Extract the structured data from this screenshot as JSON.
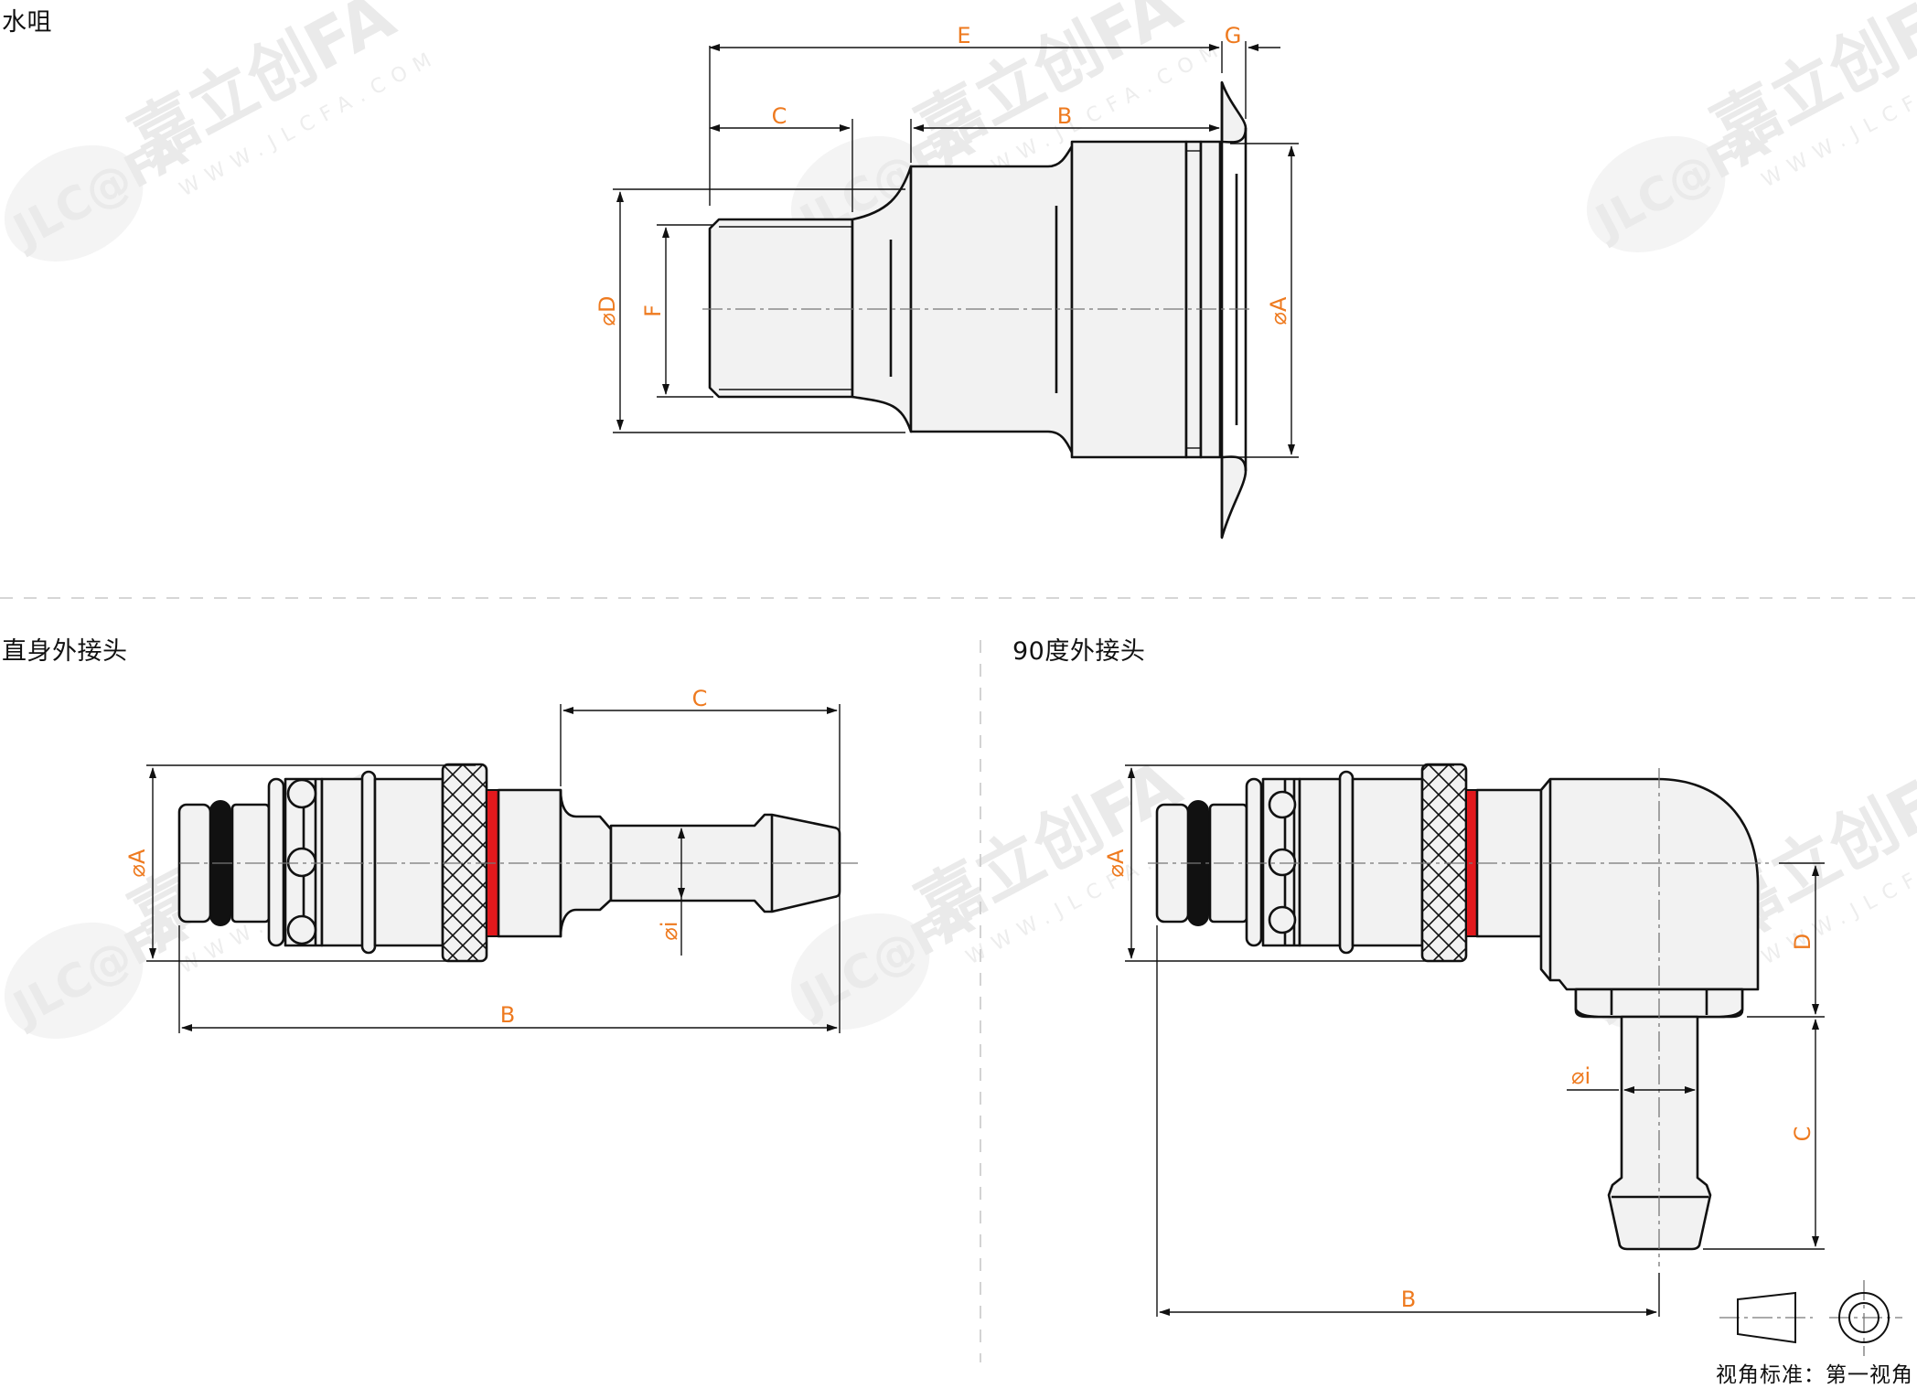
{
  "sections": {
    "nozzle": {
      "title": "水咀"
    },
    "straight": {
      "title": "直身外接头"
    },
    "elbow": {
      "title": "90度外接头"
    }
  },
  "dimensions": {
    "nozzle": {
      "E": "E",
      "G": "G",
      "C": "C",
      "B": "B",
      "D": "⌀D",
      "F": "F",
      "A": "⌀A"
    },
    "straight": {
      "A": "⌀A",
      "C": "C",
      "B": "B",
      "i": "⌀i"
    },
    "elbow": {
      "A": "⌀A",
      "B": "B",
      "C": "C",
      "D": "D",
      "i": "⌀i"
    }
  },
  "projection": {
    "label": "视角标准：第一视角"
  },
  "watermark": {
    "logo": "JLC@FA",
    "brand": "嘉立创FA",
    "url": "WWW.JLCFA.COM"
  },
  "colors": {
    "dimension_label": "#ee7a1f",
    "seal_band": "#e2191d",
    "part_fill": "#f2f2f2",
    "line": "#111111",
    "watermark": "#ececec"
  }
}
